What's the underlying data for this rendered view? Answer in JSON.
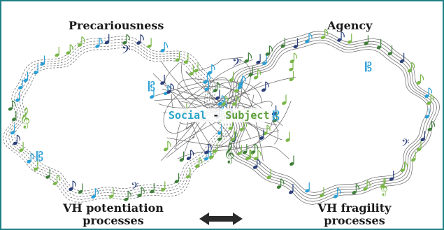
{
  "labels": {
    "top_left": "Precariousness",
    "top_right": "Agency",
    "center_left": "Social",
    "center_sep": "-",
    "center_right": "Subject",
    "bottom_left_line1": "VH potentiation",
    "bottom_left_line2": "processes",
    "bottom_right_line1": "VH fragility",
    "bottom_right_line2": "processes"
  },
  "icons": {
    "arrow": "double-headed-arrow-icon",
    "notes": "music-note-icon",
    "treble": "treble-clef-icon",
    "bass": "bass-clef-icon"
  },
  "colors": {
    "border": "#1f7f86",
    "note_green": "#7ab648",
    "note_dark_green": "#3f7f3a",
    "note_blue": "#2a9fd6",
    "note_navy": "#2b3f7a",
    "staff": "#777777",
    "social": "#2aa5c9",
    "subject": "#5c9e3a"
  }
}
